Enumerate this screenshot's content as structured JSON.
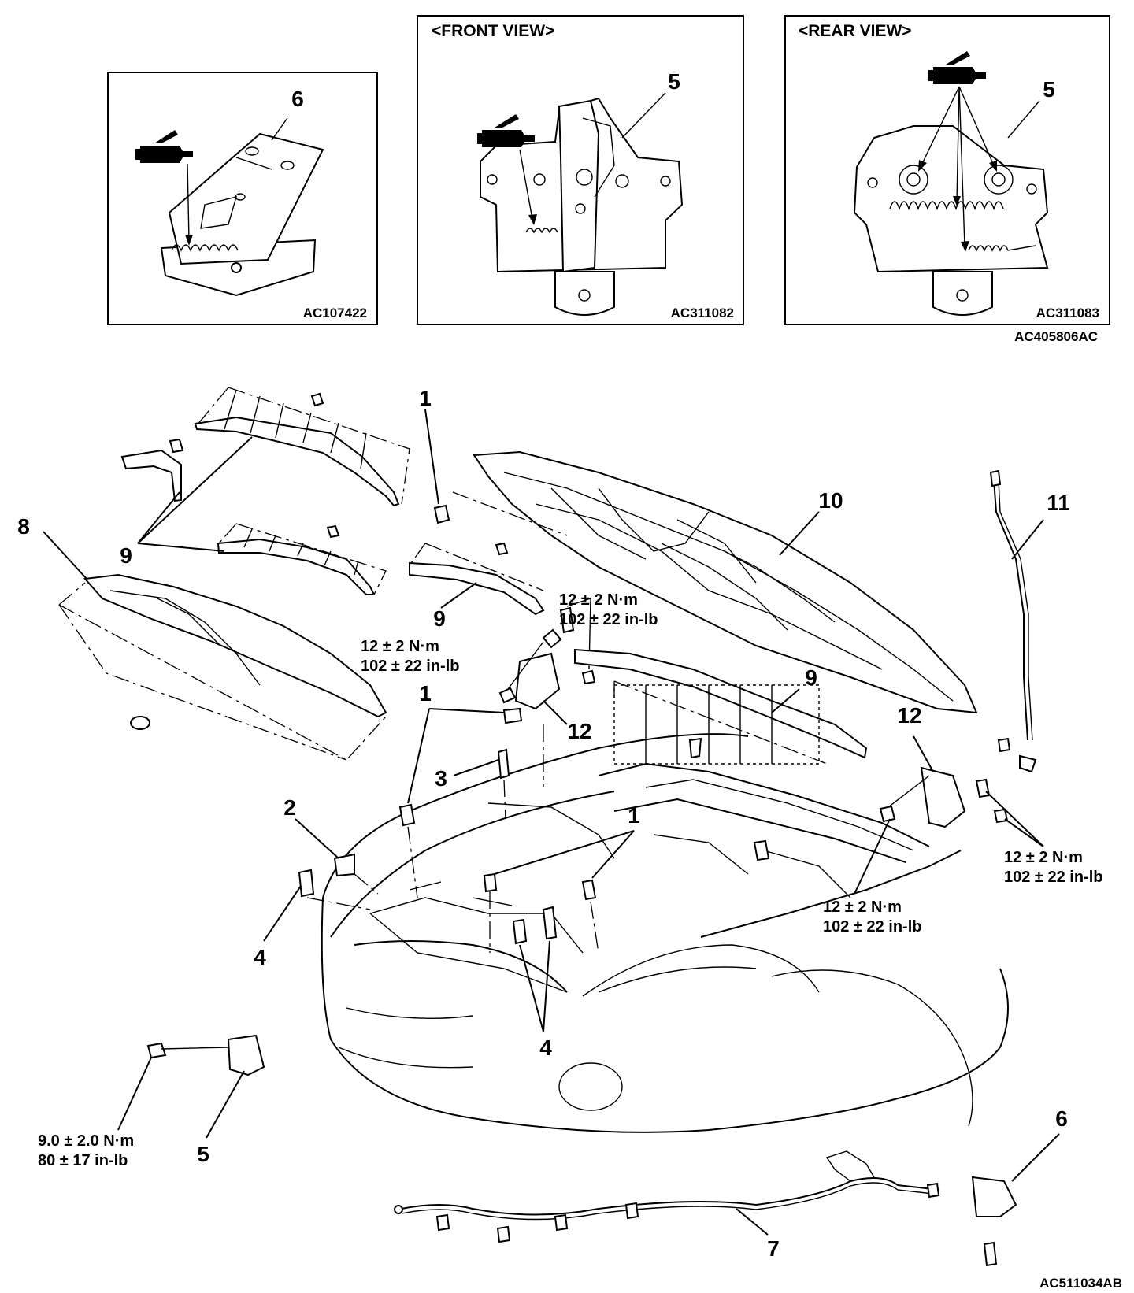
{
  "insets": {
    "inset1": {
      "code": "AC107422",
      "part_number": "6"
    },
    "inset2": {
      "title": "<FRONT VIEW>",
      "code": "AC311082",
      "part_number": "5"
    },
    "inset3": {
      "title": "<REAR VIEW>",
      "code": "AC311083",
      "part_number": "5"
    },
    "group_code": "AC405806AC"
  },
  "callouts": {
    "c1_top": "1",
    "c1_mid": "1",
    "c1_low": "1",
    "c2": "2",
    "c3": "3",
    "c4_left": "4",
    "c4_center": "4",
    "c5": "5",
    "c6": "6",
    "c7": "7",
    "c8": "8",
    "c9_left": "9",
    "c9_center": "9",
    "c9_right": "9",
    "c10": "10",
    "c11": "11",
    "c12_left": "12",
    "c12_right": "12"
  },
  "torques": {
    "t1": {
      "nm": "12 ± 2 N·m",
      "inlb": "102 ± 22 in-lb"
    },
    "t2": {
      "nm": "12 ± 2 N·m",
      "inlb": "102 ± 22 in-lb"
    },
    "t3": {
      "nm": "12 ± 2 N·m",
      "inlb": "102 ± 22 in-lb"
    },
    "t4": {
      "nm": "12 ± 2 N·m",
      "inlb": "102 ± 22 in-lb"
    },
    "t5": {
      "nm": "9.0 ± 2.0 N·m",
      "inlb": "80 ± 17 in-lb"
    }
  },
  "main_code": "AC511034AB"
}
